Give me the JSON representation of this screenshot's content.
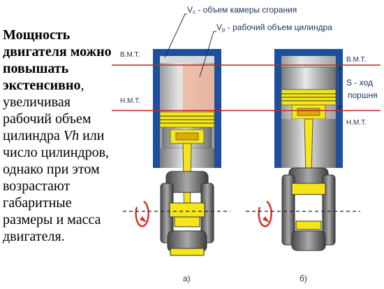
{
  "text": {
    "bold": "Мощность двигателя можно повышать экстенсивно",
    "comma": ",",
    "normal1": " увеличивая рабочий объем цилиндра ",
    "vh": "Vh",
    "normal2": " или число цилиндров, однако при этом возрастают габаритные размеры и масса двигателя."
  },
  "labels": {
    "vc": "V",
    "vc_sub": "c",
    "vc_text": " - объем камеры сгорания",
    "vp": "V",
    "vp_sub": "р",
    "vp_text": " - рабочий объем цилиндра",
    "vmt_left": "В.М.Т.",
    "nmt_left": "Н.М.Т.",
    "vmt_right": "В.М.Т.",
    "nmt_right": "Н.М.Т.",
    "stroke_1": "S - ход",
    "stroke_2": "поршня",
    "fig_a": "а)",
    "fig_b": "б)"
  },
  "colors": {
    "cylinder_wall": "#1d4f9c",
    "piston_yellow": "#f5e61a",
    "tdc_bdc_line": "#c3262a",
    "rotation_arrow": "#d4302b",
    "working_volume": "#f0b9a0",
    "label_text": "#1e2f5a"
  }
}
